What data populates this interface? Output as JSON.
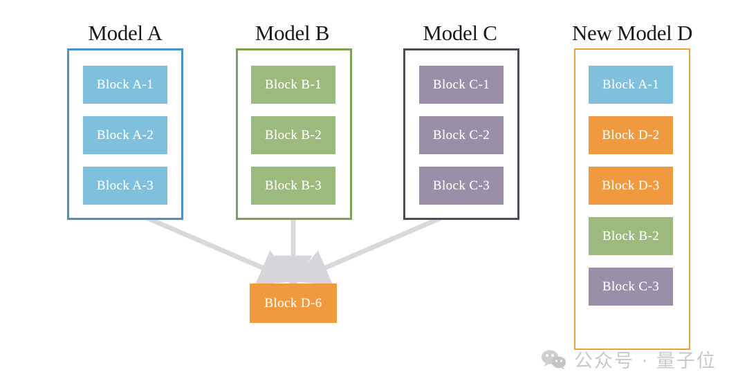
{
  "diagram": {
    "title_hidden": "",
    "columns": [
      {
        "id": "model-a",
        "title": "Model A",
        "frame_color": "#4a92c4",
        "blocks": [
          {
            "label": "Block A-1",
            "color": "#7fc0dc",
            "tone": "blue"
          },
          {
            "label": "Block A-2",
            "color": "#7fc0dc",
            "tone": "blue"
          },
          {
            "label": "Block A-3",
            "color": "#7fc0dc",
            "tone": "blue"
          }
        ]
      },
      {
        "id": "model-b",
        "title": "Model B",
        "frame_color": "#7ca257",
        "blocks": [
          {
            "label": "Block B-1",
            "color": "#9dba7e",
            "tone": "green"
          },
          {
            "label": "Block B-2",
            "color": "#9dba7e",
            "tone": "green"
          },
          {
            "label": "Block B-3",
            "color": "#9dba7e",
            "tone": "green"
          }
        ]
      },
      {
        "id": "model-c",
        "title": "Model C",
        "frame_color": "#4b4b58",
        "blocks": [
          {
            "label": "Block C-1",
            "color": "#9a8fa8",
            "tone": "purple"
          },
          {
            "label": "Block C-2",
            "color": "#9a8fa8",
            "tone": "purple"
          },
          {
            "label": "Block C-3",
            "color": "#9a8fa8",
            "tone": "purple"
          }
        ]
      },
      {
        "id": "new-model-d",
        "title": "New Model D",
        "frame_color": "#e8a33d",
        "blocks": [
          {
            "label": "Block A-1",
            "color": "#7fc0dc",
            "tone": "blue"
          },
          {
            "label": "Block D-2",
            "color": "#ef9a3e",
            "tone": "orange"
          },
          {
            "label": "Block D-3",
            "color": "#ef9a3e",
            "tone": "orange"
          },
          {
            "label": "Block B-2",
            "color": "#9dba7e",
            "tone": "green"
          },
          {
            "label": "Block C-3",
            "color": "#9a8fa8",
            "tone": "purple"
          }
        ]
      }
    ],
    "merged_block": {
      "label": "Block D-6",
      "color": "#ef9a3e"
    },
    "arrows": {
      "color": "#d8d8dc",
      "count": 3,
      "sources": [
        "Model A",
        "Model B",
        "Model C"
      ],
      "target": "Block D-6"
    }
  },
  "watermark": {
    "icon": "wechat-icon",
    "text": "公众号 · 量子位",
    "color": "#c9c9c9"
  }
}
